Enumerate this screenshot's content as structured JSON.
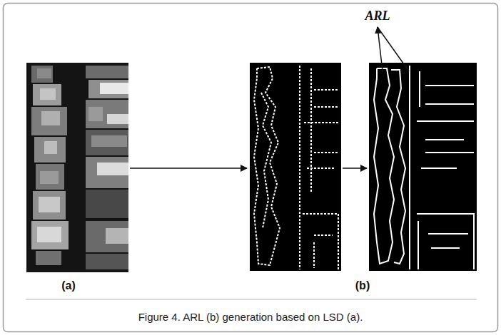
{
  "diagram": {
    "caption": "Figure 4. ARL (b) generation based on LSD (a).",
    "labels": [
      "ARL",
      "(a)",
      "(b)"
    ]
  }
}
